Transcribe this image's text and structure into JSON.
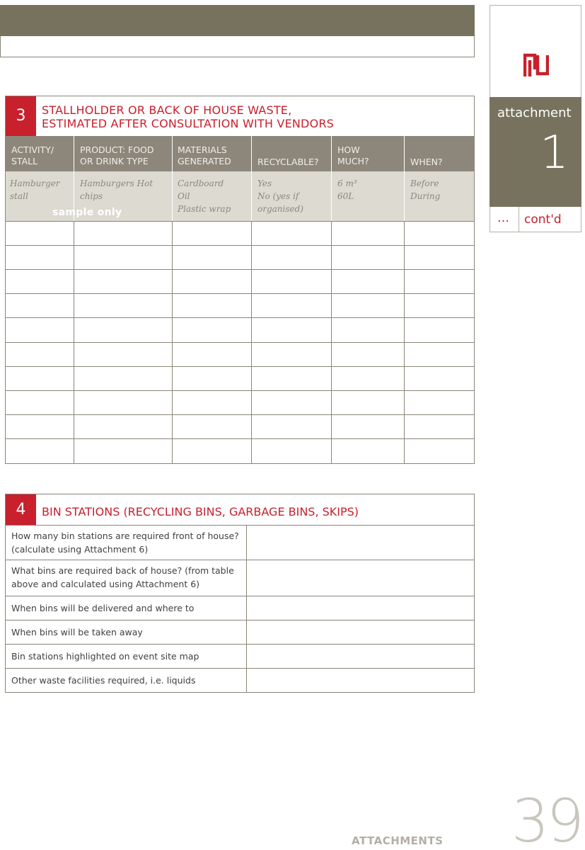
{
  "side_tab": {
    "attachment_label": "attachment",
    "attachment_number": "1",
    "cont_dots": "…",
    "cont_label": "cont'd"
  },
  "section3": {
    "number": "3",
    "title_line1": "STALLHOLDER OR BACK OF HOUSE WASTE,",
    "title_line2": "ESTIMATED AFTER CONSULTATION WITH VENDORS",
    "columns": [
      {
        "line1": "ACTIVITY/",
        "line2": "STALL"
      },
      {
        "line1": "PRODUCT: FOOD",
        "line2": "OR DRINK TYPE"
      },
      {
        "line1": "MATERIALS",
        "line2": "GENERATED"
      },
      {
        "line1": "",
        "line2": "RECYCLABLE?"
      },
      {
        "line1": "HOW",
        "line2": "MUCH?"
      },
      {
        "line1": "",
        "line2": "WHEN?"
      }
    ],
    "sample_row": [
      "Hamburger\nstall",
      "Hamburgers Hot\nchips",
      "Cardboard\nOil\nPlastic wrap",
      "Yes\nNo (yes if\norganised)",
      "6 m³\n60L",
      "Before\nDuring"
    ],
    "sample_tag": "sample only"
  },
  "section4": {
    "number": "4",
    "title": "BIN STATIONS (RECYCLING BINS, GARBAGE BINS, SKIPS)",
    "questions": [
      "How many bin stations are required front of house? (calculate using Attachment 6)",
      "What bins are required back of house? (from table above and calculated using Attachment 6)",
      "When bins will be delivered and where to",
      "When bins will be taken away",
      "Bin stations highlighted on event site map",
      "Other waste facilities required, i.e. liquids"
    ]
  },
  "footer": {
    "label": "ATTACHMENTS",
    "page_number": "39"
  },
  "colors": {
    "brand_red": "#c8202c",
    "olive": "#77725d",
    "header_grey": "#8c877a",
    "sample_bg": "#dcdad1"
  }
}
